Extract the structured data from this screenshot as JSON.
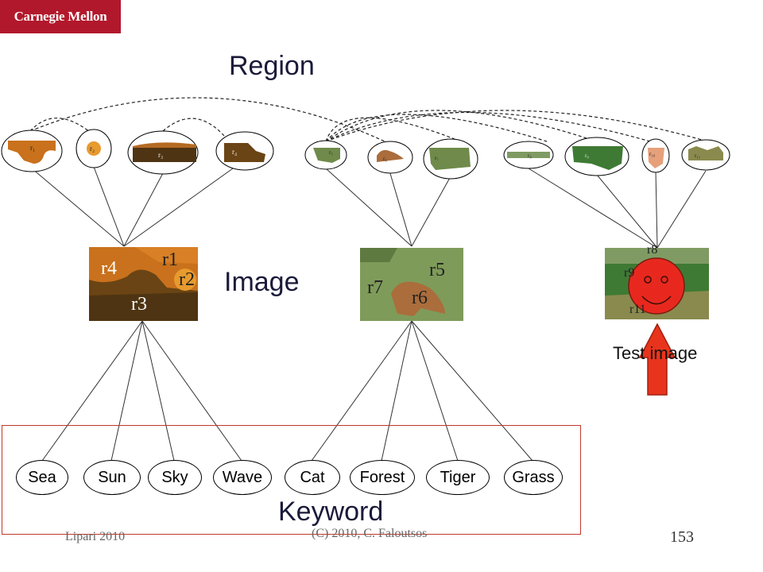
{
  "header": {
    "logo_text": "Carnegie Mellon"
  },
  "titles": {
    "region": "Region",
    "image": "Image",
    "keyword": "Keyword",
    "test_image": "Test image"
  },
  "regions": [
    "r1",
    "r2",
    "r3",
    "r4",
    "r5",
    "r6",
    "r7",
    "r8",
    "r9",
    "r10",
    "r11"
  ],
  "images": {
    "image1_labels": [
      "r4",
      "r1",
      "r2",
      "r3"
    ],
    "image2_labels": [
      "r5",
      "r7",
      "r6"
    ],
    "image3_labels": [
      "r8",
      "r9",
      "r11"
    ]
  },
  "keywords": [
    "Sea",
    "Sun",
    "Sky",
    "Wave",
    "Cat",
    "Forest",
    "Tiger",
    "Grass"
  ],
  "footer": {
    "left": "Lipari 2010",
    "center": "(C) 2010, C. Faloutsos",
    "page": "153"
  },
  "colors": {
    "brand": "#b2182b",
    "arrow": "#e8341c",
    "face": "#e8281e",
    "keyword_box": "#c0392b"
  }
}
